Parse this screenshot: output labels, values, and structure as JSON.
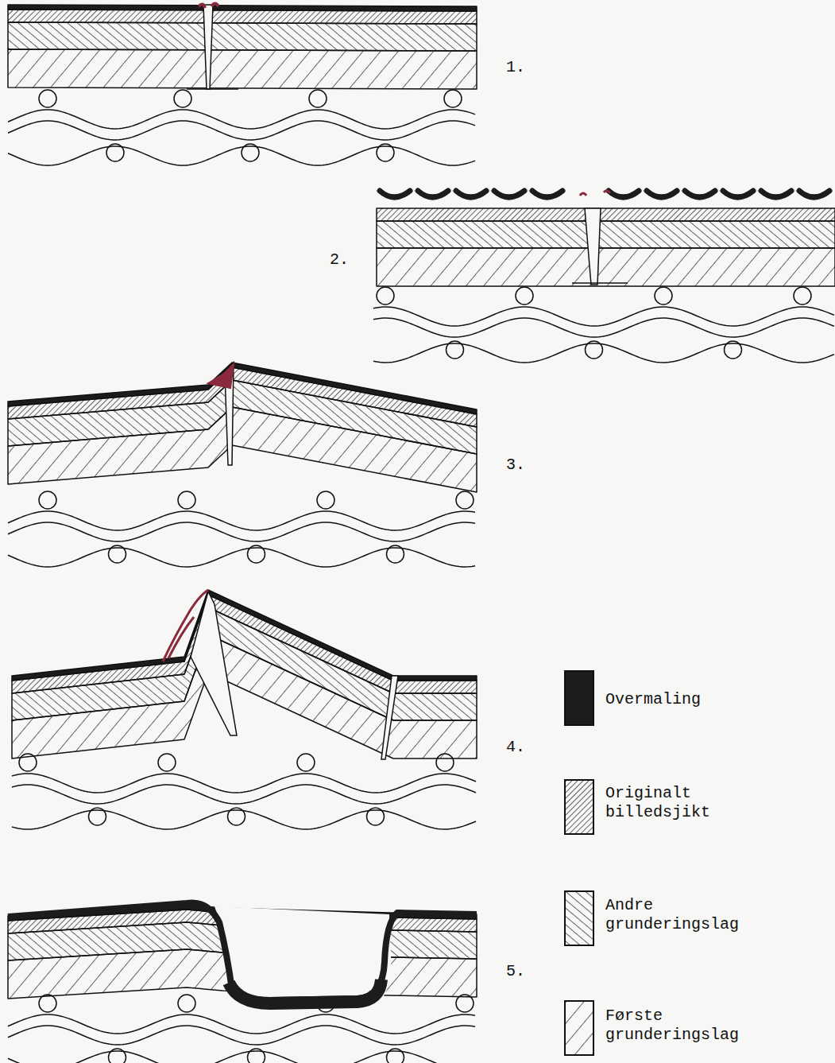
{
  "diagram": {
    "labels": [
      "1.",
      "2.",
      "3.",
      "4.",
      "5."
    ],
    "legend": [
      {
        "text": "Overmaling",
        "color": "#1c1c1c"
      },
      {
        "text": "Originalt billedsjikt"
      },
      {
        "text": "Andre grunderingslag"
      },
      {
        "text": "Første grunderingslag"
      }
    ]
  }
}
